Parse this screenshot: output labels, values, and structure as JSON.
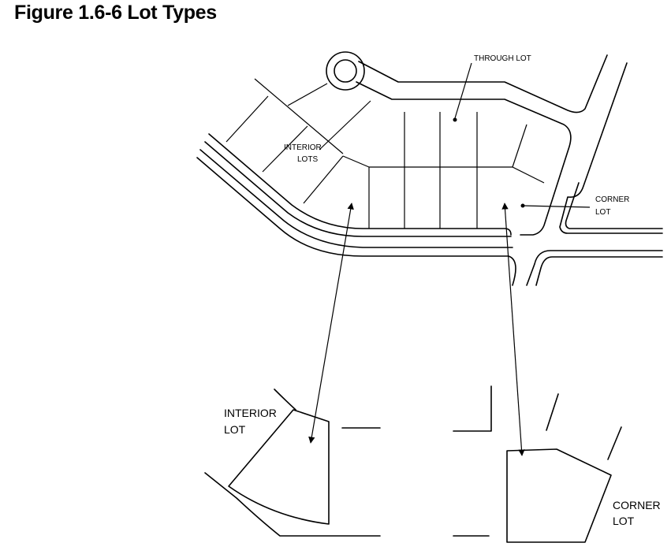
{
  "figure": {
    "title": "Figure 1.6-6 Lot Types"
  },
  "labels": {
    "through_lot": "THROUGH LOT",
    "interior_lots_line1": "INTERIOR",
    "interior_lots_line2": "LOTS",
    "corner_lot_small_line1": "CORNER",
    "corner_lot_small_line2": "LOT",
    "interior_lot_line1": "INTERIOR",
    "interior_lot_line2": "LOT",
    "corner_lot_line1": "CORNER",
    "corner_lot_line2": "LOT"
  }
}
